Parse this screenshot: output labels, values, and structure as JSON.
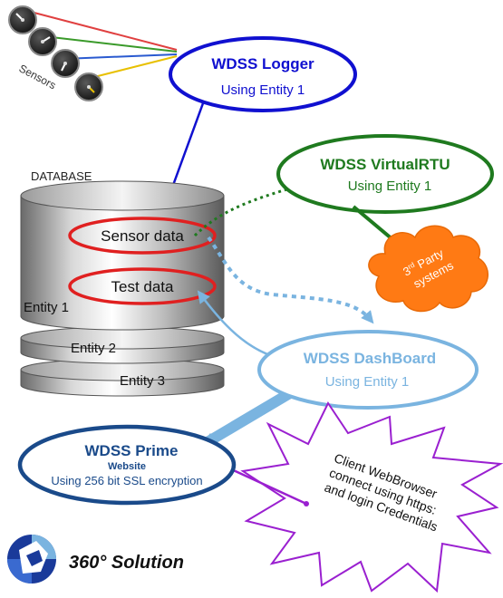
{
  "sensors": {
    "label": "Sensors",
    "wire_colors": [
      "#e04040",
      "#3a9a2a",
      "#2a5ad0",
      "#e8c000"
    ]
  },
  "logger": {
    "title": "WDSS Logger",
    "subtitle": "Using Entity 1",
    "color": "#1010d0"
  },
  "database": {
    "label": "DATABASE",
    "sensor_data": "Sensor data",
    "test_data": "Test data",
    "entity1": "Entity 1",
    "entity2": "Entity 2",
    "entity3": "Entity 3"
  },
  "virtualrtu": {
    "title": "WDSS VirtualRTU",
    "subtitle": "Using Entity 1",
    "color": "#1f7a1f"
  },
  "third_party": {
    "sup_prefix": "3",
    "sup": "rd",
    "line1_rest": " Party",
    "line2": "systems",
    "color": "#ff7a14"
  },
  "dashboard": {
    "title": "WDSS DashBoard",
    "subtitle": "Using Entity 1",
    "color": "#7ab4e0"
  },
  "prime": {
    "title": "WDSS Prime",
    "website": "Website",
    "encryption": "Using 256 bit SSL encryption",
    "color": "#1a4a8a"
  },
  "client": {
    "lines": [
      "Client WebBrowser",
      "connect using https:",
      "and login Credentials"
    ],
    "color": "#9a20d0"
  },
  "logo": {
    "text": "360° Solution"
  }
}
